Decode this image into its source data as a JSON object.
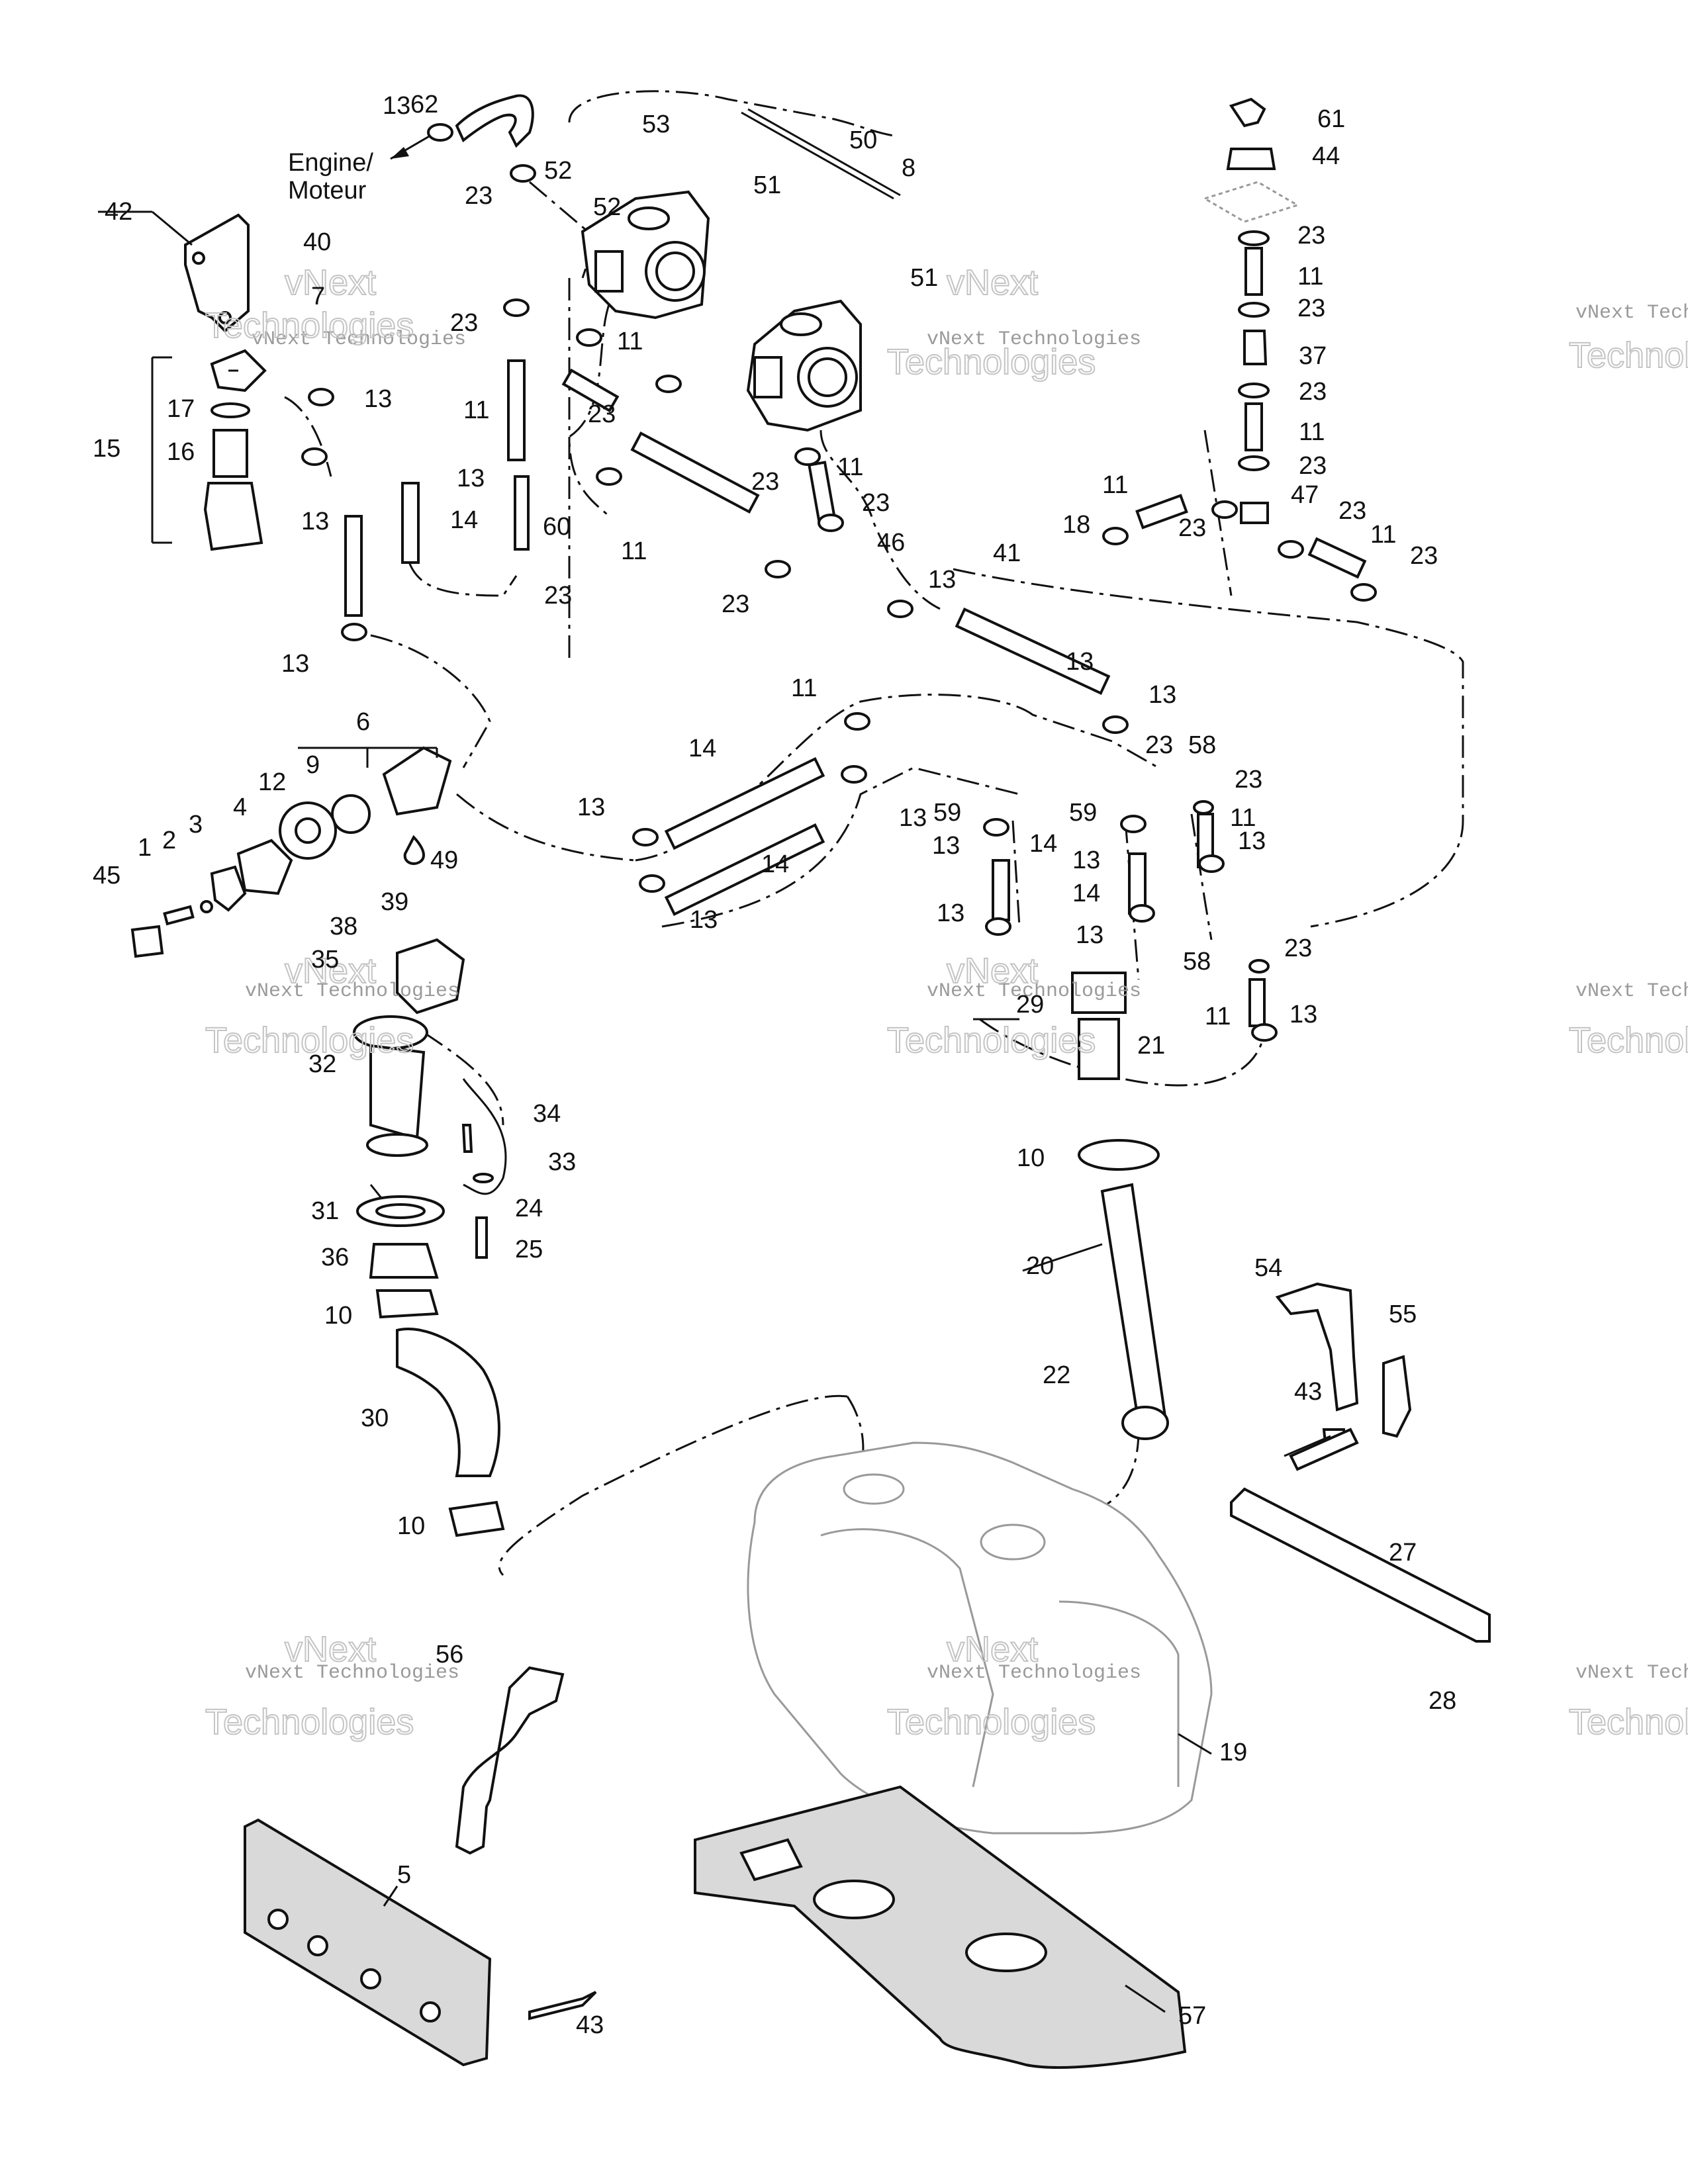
{
  "labels": {
    "engine_en": "Engine/",
    "engine_fr": "Moteur"
  },
  "watermark": {
    "line1": "vNext Technologies",
    "line2": "Technologies",
    "line3": "vNext"
  },
  "callouts": [
    {
      "id": "c62",
      "text": "62"
    },
    {
      "id": "c13a",
      "text": "13"
    },
    {
      "id": "c53",
      "text": "53"
    },
    {
      "id": "c50",
      "text": "50"
    },
    {
      "id": "c61",
      "text": "61"
    },
    {
      "id": "c52a",
      "text": "52"
    },
    {
      "id": "c44",
      "text": "44"
    },
    {
      "id": "c8",
      "text": "8"
    },
    {
      "id": "c51a",
      "text": "51"
    },
    {
      "id": "c23a",
      "text": "23"
    },
    {
      "id": "c52b",
      "text": "52"
    },
    {
      "id": "c42",
      "text": "42"
    },
    {
      "id": "c23b",
      "text": "23"
    },
    {
      "id": "c40",
      "text": "40"
    },
    {
      "id": "c7",
      "text": "7"
    },
    {
      "id": "c51b",
      "text": "51"
    },
    {
      "id": "c11a",
      "text": "11"
    },
    {
      "id": "c23c",
      "text": "23"
    },
    {
      "id": "c23d",
      "text": "23"
    },
    {
      "id": "c37",
      "text": "37"
    },
    {
      "id": "c11b",
      "text": "11"
    },
    {
      "id": "c23e",
      "text": "23"
    },
    {
      "id": "c13b",
      "text": "13"
    },
    {
      "id": "c17",
      "text": "17"
    },
    {
      "id": "c11c",
      "text": "11"
    },
    {
      "id": "c23f",
      "text": "23"
    },
    {
      "id": "c11d",
      "text": "11"
    },
    {
      "id": "c15",
      "text": "15"
    },
    {
      "id": "c16",
      "text": "16"
    },
    {
      "id": "c23g",
      "text": "23"
    },
    {
      "id": "c11e",
      "text": "11"
    },
    {
      "id": "c13c",
      "text": "13"
    },
    {
      "id": "c23h",
      "text": "23"
    },
    {
      "id": "c11f",
      "text": "11"
    },
    {
      "id": "c23i",
      "text": "23"
    },
    {
      "id": "c47",
      "text": "47"
    },
    {
      "id": "c14a",
      "text": "14"
    },
    {
      "id": "c13d",
      "text": "13"
    },
    {
      "id": "c60",
      "text": "60"
    },
    {
      "id": "c23j",
      "text": "23"
    },
    {
      "id": "c23k",
      "text": "23"
    },
    {
      "id": "c11g",
      "text": "11"
    },
    {
      "id": "c18",
      "text": "18"
    },
    {
      "id": "c23l",
      "text": "23"
    },
    {
      "id": "c41",
      "text": "41"
    },
    {
      "id": "c46",
      "text": "46"
    },
    {
      "id": "c11h",
      "text": "11"
    },
    {
      "id": "c13e",
      "text": "13"
    },
    {
      "id": "c23m",
      "text": "23"
    },
    {
      "id": "c23n",
      "text": "23"
    },
    {
      "id": "c13f",
      "text": "13"
    },
    {
      "id": "c13g",
      "text": "13"
    },
    {
      "id": "c11i",
      "text": "11"
    },
    {
      "id": "c13h",
      "text": "13"
    },
    {
      "id": "c23o",
      "text": "23"
    },
    {
      "id": "c6",
      "text": "6"
    },
    {
      "id": "c58a",
      "text": "58"
    },
    {
      "id": "c14b",
      "text": "14"
    },
    {
      "id": "c12",
      "text": "12"
    },
    {
      "id": "c9",
      "text": "9"
    },
    {
      "id": "c23p",
      "text": "23"
    },
    {
      "id": "c3",
      "text": "3"
    },
    {
      "id": "c2",
      "text": "2"
    },
    {
      "id": "c4",
      "text": "4"
    },
    {
      "id": "c13i",
      "text": "13"
    },
    {
      "id": "c59a",
      "text": "59"
    },
    {
      "id": "c59b",
      "text": "59"
    },
    {
      "id": "c11j",
      "text": "11"
    },
    {
      "id": "c13j",
      "text": "13"
    },
    {
      "id": "c1",
      "text": "1"
    },
    {
      "id": "c13k",
      "text": "13"
    },
    {
      "id": "c14c",
      "text": "14"
    },
    {
      "id": "c13l",
      "text": "13"
    },
    {
      "id": "c13m",
      "text": "13"
    },
    {
      "id": "c49",
      "text": "49"
    },
    {
      "id": "c14d",
      "text": "14"
    },
    {
      "id": "c45",
      "text": "45"
    },
    {
      "id": "c14e",
      "text": "14"
    },
    {
      "id": "c13n",
      "text": "13"
    },
    {
      "id": "c13o",
      "text": "13"
    },
    {
      "id": "c13p",
      "text": "13"
    },
    {
      "id": "c39",
      "text": "39"
    },
    {
      "id": "c38",
      "text": "38"
    },
    {
      "id": "c58b",
      "text": "58"
    },
    {
      "id": "c23q",
      "text": "23"
    },
    {
      "id": "c35",
      "text": "35"
    },
    {
      "id": "c29",
      "text": "29"
    },
    {
      "id": "c11k",
      "text": "11"
    },
    {
      "id": "c13q",
      "text": "13"
    },
    {
      "id": "c21",
      "text": "21"
    },
    {
      "id": "c32",
      "text": "32"
    },
    {
      "id": "c34",
      "text": "34"
    },
    {
      "id": "c33",
      "text": "33"
    },
    {
      "id": "c10a",
      "text": "10"
    },
    {
      "id": "c31",
      "text": "31"
    },
    {
      "id": "c24",
      "text": "24"
    },
    {
      "id": "c36",
      "text": "36"
    },
    {
      "id": "c25",
      "text": "25"
    },
    {
      "id": "c20",
      "text": "20"
    },
    {
      "id": "c54",
      "text": "54"
    },
    {
      "id": "c10b",
      "text": "10"
    },
    {
      "id": "c55",
      "text": "55"
    },
    {
      "id": "c22",
      "text": "22"
    },
    {
      "id": "c30",
      "text": "30"
    },
    {
      "id": "c43a",
      "text": "43"
    },
    {
      "id": "c10c",
      "text": "10"
    },
    {
      "id": "c27",
      "text": "27"
    },
    {
      "id": "c28",
      "text": "28"
    },
    {
      "id": "c56",
      "text": "56"
    },
    {
      "id": "c19",
      "text": "19"
    },
    {
      "id": "c5",
      "text": "5"
    },
    {
      "id": "c57",
      "text": "57"
    },
    {
      "id": "c43b",
      "text": "43"
    }
  ]
}
